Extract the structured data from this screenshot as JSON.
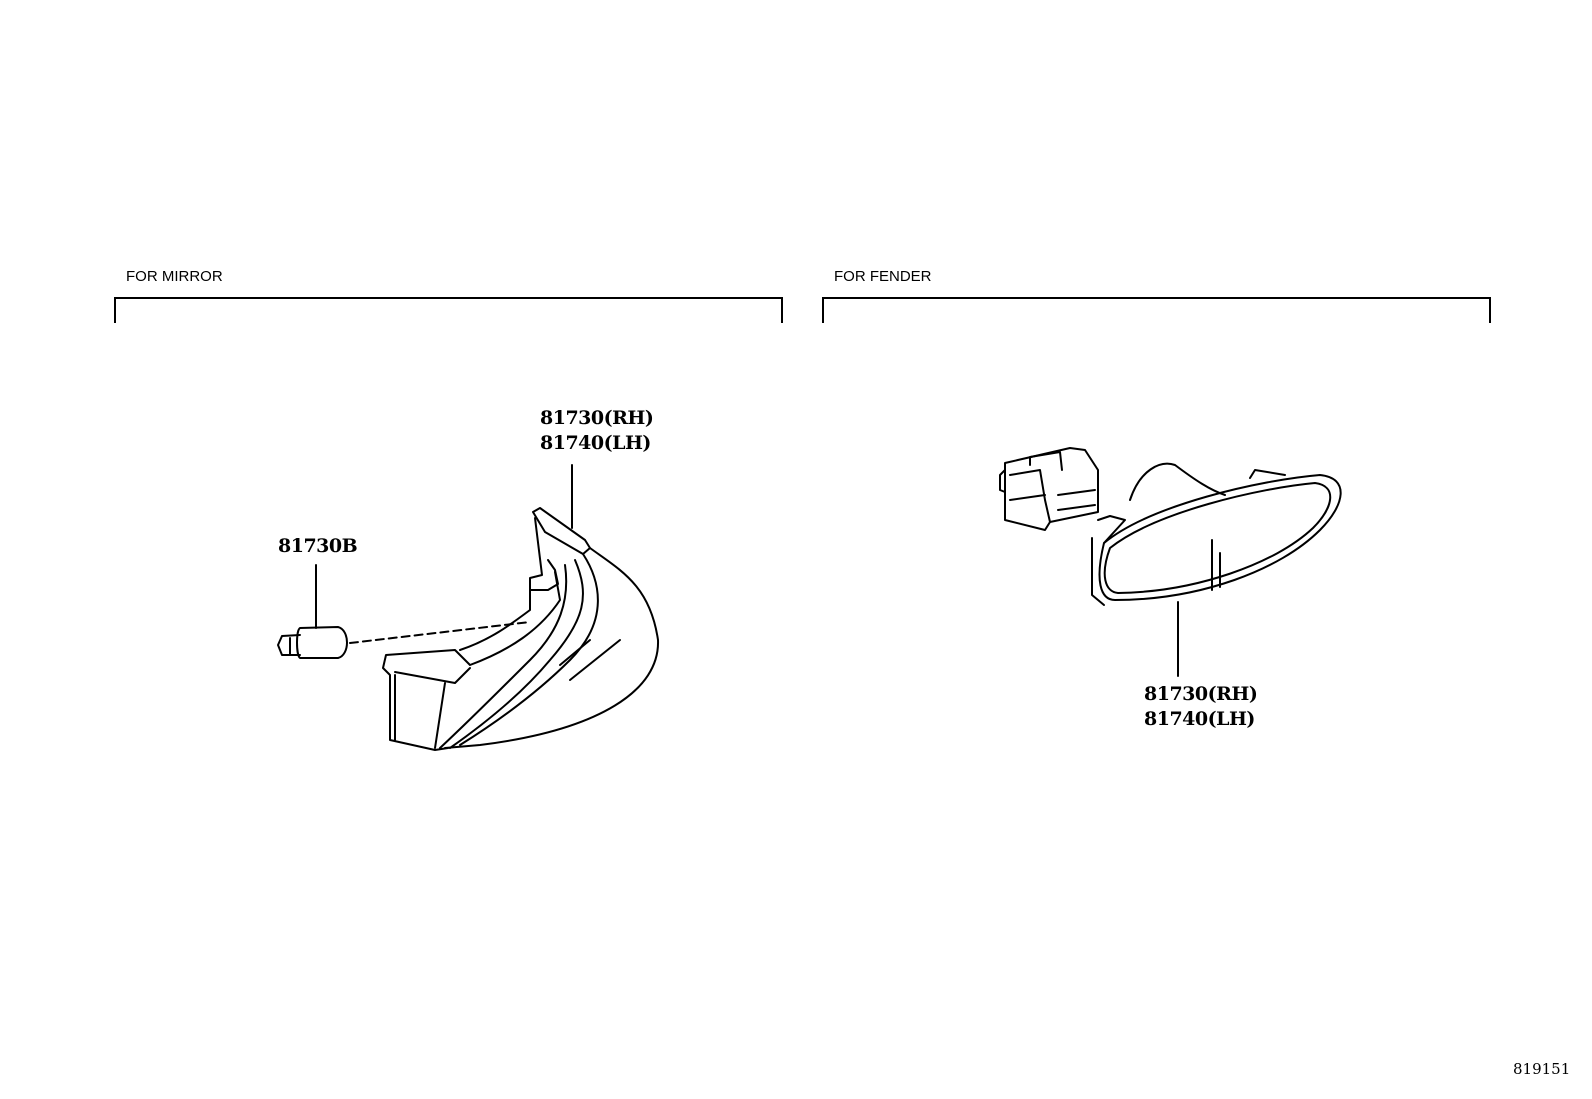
{
  "sections": [
    {
      "title": "FOR MIRROR",
      "callouts": [
        {
          "lines": [
            "81730(RH)",
            "81740(LH)"
          ]
        },
        {
          "lines": [
            "81730B"
          ]
        }
      ]
    },
    {
      "title": "FOR FENDER",
      "callouts": [
        {
          "lines": [
            "81730(RH)",
            "81740(LH)"
          ]
        }
      ]
    }
  ],
  "diagram_id": "819151"
}
